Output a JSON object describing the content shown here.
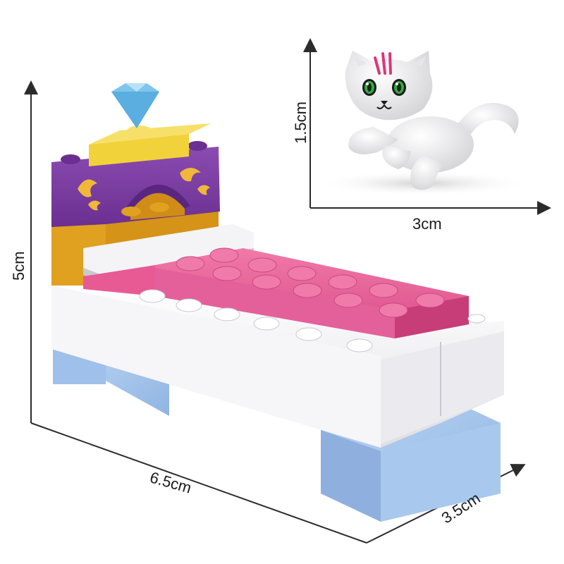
{
  "dimensions": {
    "bed_height": "5cm",
    "bed_length": "6.5cm",
    "bed_width": "3.5cm",
    "cat_height": "1.5cm",
    "cat_width": "3cm"
  },
  "colors": {
    "arrow": "#2b2b2b",
    "purple": "#7b3fa0",
    "gold": "#e0a020",
    "yellow": "#f2d23a",
    "pink": "#e85a94",
    "white": "#f4f4f6",
    "light_blue": "#a9c8ee",
    "gem": "#7fc4ec",
    "cat_white": "#f2f2f2",
    "cat_stripe": "#e0337a",
    "cat_eye": "#3aa845"
  }
}
